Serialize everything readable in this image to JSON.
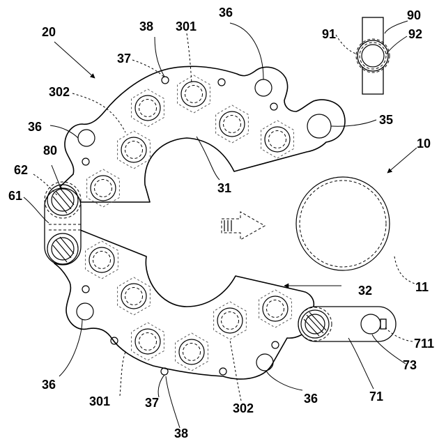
{
  "figure": {
    "labels": {
      "assembly_left": "20",
      "assembly_right": "10",
      "plate_upper": "31",
      "plate_lower": "32",
      "hole_36": "36",
      "hole_37": "37",
      "hole_38": "38",
      "seat_301": "301",
      "seat_302": "302",
      "port_35": "35",
      "pin_61": "61",
      "pin_62": "62",
      "pin_80": "80",
      "link_71": "71",
      "link_73": "73",
      "link_711": "711",
      "ring_11": "11",
      "detail_90": "90",
      "detail_91": "91",
      "detail_92": "92"
    }
  }
}
